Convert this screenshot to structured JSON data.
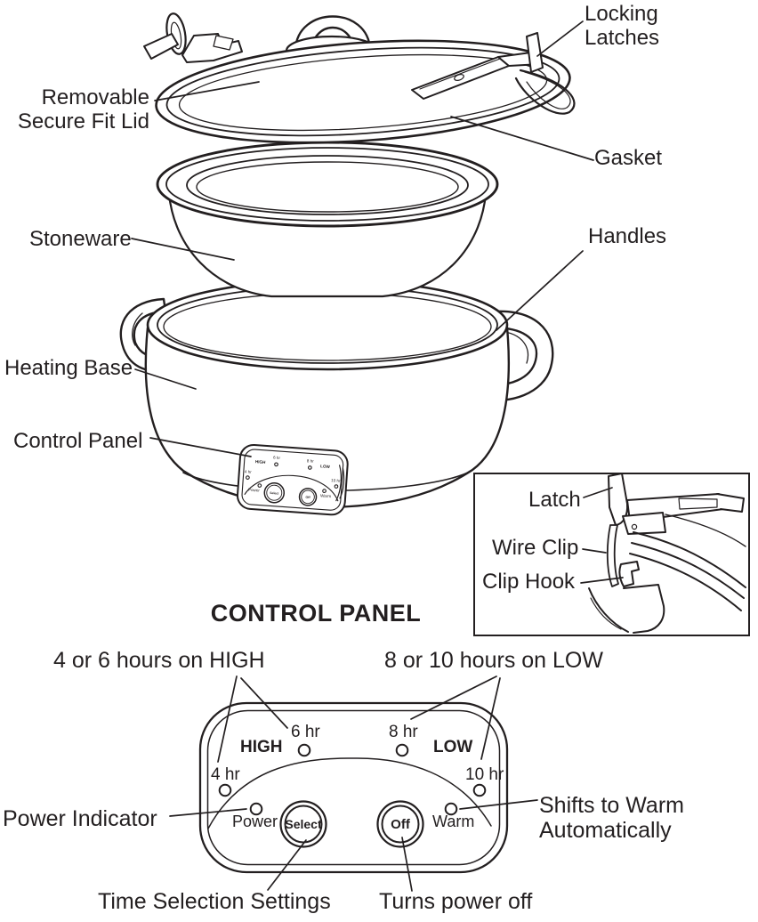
{
  "colors": {
    "ink": "#231f20",
    "paper": "#ffffff"
  },
  "part_labels": {
    "locking_latches": "Locking\nLatches",
    "removable_lid": "Removable\nSecure Fit Lid",
    "gasket": "Gasket",
    "stoneware": "Stoneware",
    "handles": "Handles",
    "heating_base": "Heating Base",
    "control_panel": "Control Panel"
  },
  "inset": {
    "latch": "Latch",
    "wire_clip": "Wire Clip",
    "clip_hook": "Clip Hook"
  },
  "panel": {
    "heading": "CONTROL PANEL",
    "captions": {
      "high": "4 or 6 hours on HIGH",
      "low": "8 or 10 hours on LOW",
      "power_indicator": "Power Indicator",
      "shifts_warm": "Shifts to Warm\nAutomatically",
      "time_selection": "Time Selection Settings",
      "turns_off": "Turns power off"
    },
    "labels": {
      "high": "HIGH",
      "low": "LOW",
      "hr4": "4 hr",
      "hr6": "6 hr",
      "hr8": "8 hr",
      "hr10": "10 hr",
      "power": "Power",
      "warm": "Warm",
      "select": "Select",
      "off": "Off"
    }
  }
}
